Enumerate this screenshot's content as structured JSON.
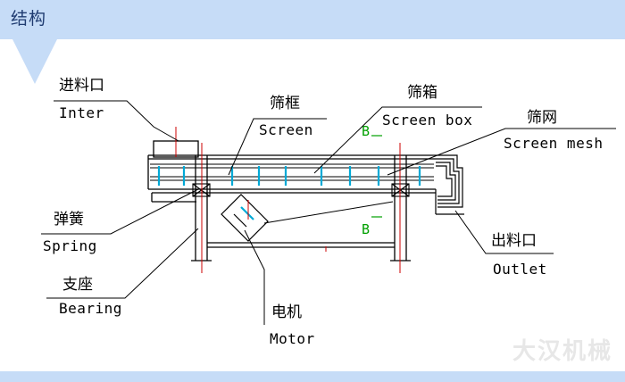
{
  "header": {
    "title": "结构"
  },
  "labels": {
    "inlet_cn": "进料口",
    "inlet_en": "Inter",
    "frame_cn": "筛框",
    "frame_en": "Screen",
    "box_cn": "筛箱",
    "box_en": "Screen box",
    "mesh_cn": "筛网",
    "mesh_en": "Screen mesh",
    "spring_cn": "弹簧",
    "spring_en": "Spring",
    "bearing_cn": "支座",
    "bearing_en": "Bearing",
    "motor_cn": "电机",
    "motor_en": "Motor",
    "outlet_cn": "出料口",
    "outlet_en": "Outlet",
    "section_top": "B",
    "section_bottom": "B"
  },
  "watermark": "大汉机械",
  "colors": {
    "header_bg": "#c6dcf7",
    "header_text": "#1f3b70",
    "drawing": "#000000",
    "centerline": "#cc0000",
    "screen_bars": "#00a9d6",
    "section_mark": "#00a000"
  }
}
